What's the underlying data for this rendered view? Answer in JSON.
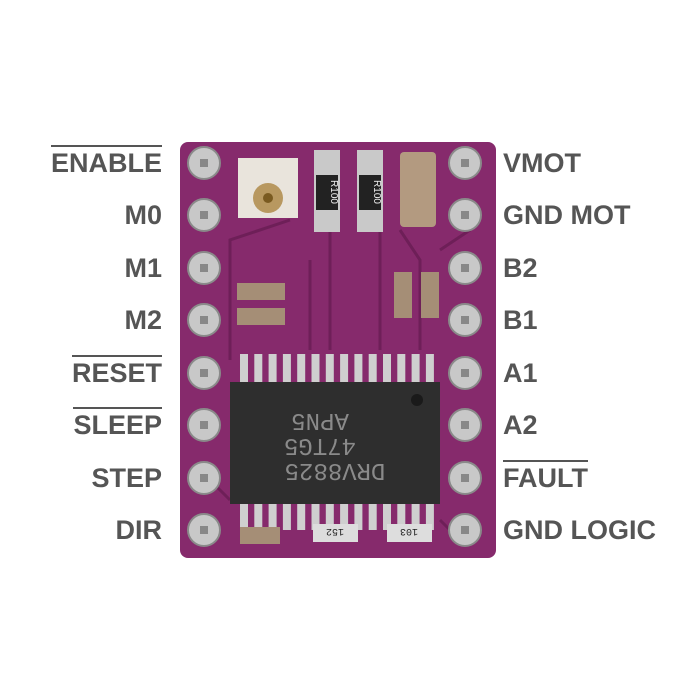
{
  "left_pins": [
    {
      "label": "ENABLE",
      "overline": true
    },
    {
      "label": "M0",
      "overline": false
    },
    {
      "label": "M1",
      "overline": false
    },
    {
      "label": "M2",
      "overline": false
    },
    {
      "label": "RESET",
      "overline": true
    },
    {
      "label": "SLEEP",
      "overline": true
    },
    {
      "label": "STEP",
      "overline": false
    },
    {
      "label": "DIR",
      "overline": false
    }
  ],
  "right_pins": [
    {
      "label": "VMOT",
      "overline": false
    },
    {
      "label": "GND MOT",
      "overline": false
    },
    {
      "label": "B2",
      "overline": false
    },
    {
      "label": "B1",
      "overline": false
    },
    {
      "label": "A1",
      "overline": false
    },
    {
      "label": "A2",
      "overline": false
    },
    {
      "label": "FAULT",
      "overline": true
    },
    {
      "label": "GND LOGIC",
      "overline": false
    }
  ],
  "chip": {
    "line1": "DRV8825",
    "line2": "47TG5",
    "line3": "APN5"
  },
  "components": {
    "sense_resistor_1": "R100",
    "sense_resistor_2": "R100",
    "resistor_152": "152",
    "resistor_103": "103"
  },
  "colors": {
    "pcb": "#8a2a6e",
    "label": "#555555"
  }
}
